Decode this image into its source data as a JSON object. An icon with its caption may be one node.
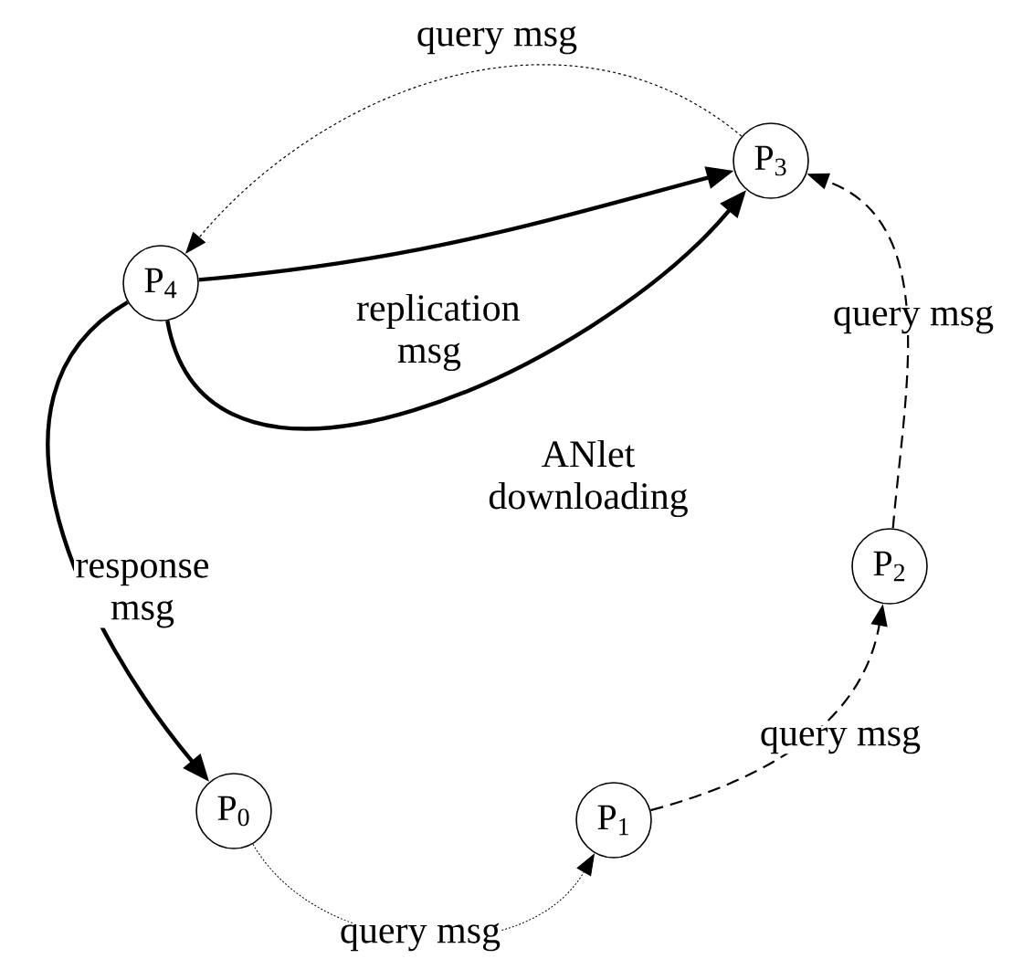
{
  "diagram": {
    "nodes": [
      {
        "text": [
          "P$_{0}$"
        ]
      },
      {
        "text": [
          "P$_{1}$"
        ]
      },
      {
        "text": [
          "P$_{2}$"
        ]
      },
      {
        "text": [
          "P$_{3}$"
        ]
      },
      {
        "text": [
          "P$_{4}$"
        ]
      }
    ],
    "edges": [
      {
        "from": 0,
        "to": 1,
        "arrow": "to",
        "style": "dashed",
        "label": "query msg"
      },
      {
        "from": 1,
        "to": 2,
        "arrow": "to",
        "style": "dashed",
        "label": "query msg"
      },
      {
        "from": 2,
        "to": 3,
        "arrow": "to",
        "style": "dashed",
        "label": "query msg"
      },
      {
        "from": 3,
        "to": 4,
        "arrow": "to",
        "style": "dashed",
        "label": "query msg"
      },
      {
        "from": 4,
        "to": 3,
        "arrow": "to",
        "label": "replication msg"
      },
      {
        "from": 4,
        "to": 3,
        "arrow": "to",
        "label": "ANlet downloading"
      },
      {
        "from": 4,
        "to": 0,
        "arrow": "to",
        "label": "response msg"
      }
    ]
  }
}
